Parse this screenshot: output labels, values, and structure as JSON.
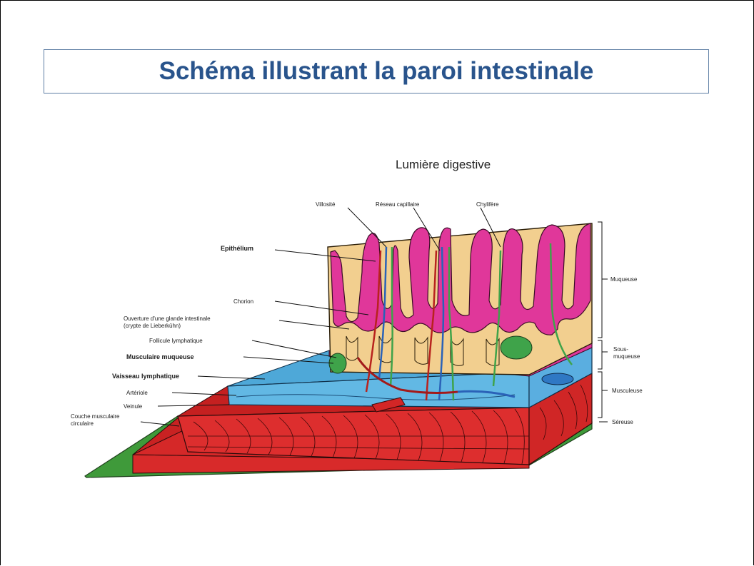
{
  "slide": {
    "title": "Schéma illustrant la paroi intestinale"
  },
  "diagram": {
    "top_caption": "Lumière digestive",
    "labels_top": {
      "villosite": "Villosité",
      "reseau": "Réseau capillaire",
      "chylifere": "Chylifère"
    },
    "labels_left": {
      "epithelium": "Epithélium",
      "chorion": "Chorion",
      "ouverture_l1": "Ouverture d'une glande intestinale",
      "ouverture_l2": "(crypte de Lieberkühn)",
      "follicule": "Follicule lymphatique",
      "musculaire_muqueuse": "Musculaire muqueuse",
      "vaisseau": "Vaisseau lymphatique",
      "arteriole": "Artériole",
      "veinule": "Veinule",
      "couche_l1": "Couche musculaire",
      "couche_l2": "circulaire"
    },
    "labels_right": {
      "muqueuse": "Muqueuse",
      "sous_l1": "Sous-",
      "sous_l2": "muqueuse",
      "musculeuse": "Musculeuse",
      "sereuse": "Séreuse"
    },
    "colors": {
      "villi_pink": "#e0379a",
      "chorion_tan": "#f2cf8f",
      "submucosa_blue": "#5fb5e2",
      "muscle_red": "#d82a2a",
      "serosa_green": "#3f9a3a"
    }
  }
}
